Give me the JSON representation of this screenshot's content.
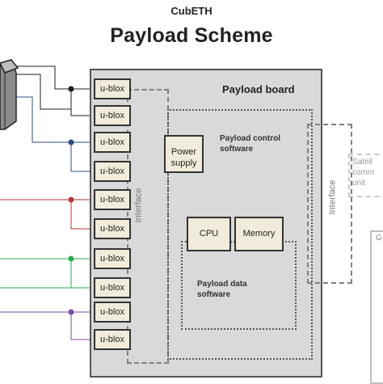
{
  "header": {
    "subtitle": "CubETH",
    "title": "Payload Scheme"
  },
  "board": {
    "label": "Payload board"
  },
  "ublox": [
    "u-blox",
    "u-blox",
    "u-blox",
    "u-blox",
    "u-blox",
    "u-blox",
    "u-blox",
    "u-blox",
    "u-blox",
    "u-blox"
  ],
  "interfaces": {
    "left": "Interface",
    "right": "Interface"
  },
  "power_supply": {
    "line1": "Power",
    "line2": "supply"
  },
  "control_software": {
    "line1": "Payload control",
    "line2": "software"
  },
  "cpu": "CPU",
  "memory": "Memory",
  "data_software": {
    "line1": "Payload data",
    "line2": "software"
  },
  "satellite_unit": {
    "line1": "Satell",
    "line2": "comm",
    "line3": "unit"
  },
  "ground_box": {
    "label": "G"
  },
  "colors": {
    "board_fill": "#d9d9d9",
    "ublox_fill": "#f0ebdb",
    "wire_dark": "#1f1f1f",
    "wire_navy": "#2f4b7c",
    "wire_red": "#b03a3a",
    "wire_green": "#2ea84f",
    "wire_purple": "#7a4ea0"
  }
}
